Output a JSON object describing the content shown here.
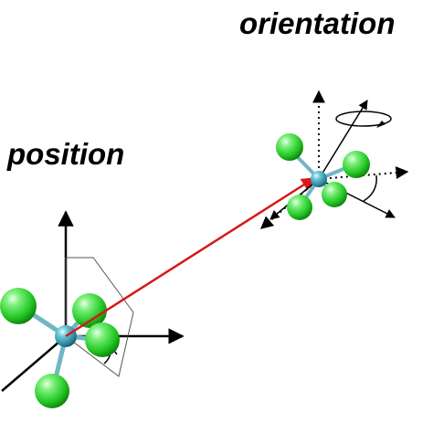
{
  "labels": {
    "position": "position",
    "orientation": "orientation"
  },
  "colors": {
    "background": "#ffffff",
    "axis": "#000000",
    "displacement_vector": "#d81818",
    "central_atom": "#3a9ab0",
    "ligand_atom": "#22c622",
    "bond": "#6fb6c6"
  },
  "molecules": [
    {
      "name": "molecule-at-origin",
      "role": "position"
    },
    {
      "name": "molecule-rotated",
      "role": "orientation"
    }
  ]
}
